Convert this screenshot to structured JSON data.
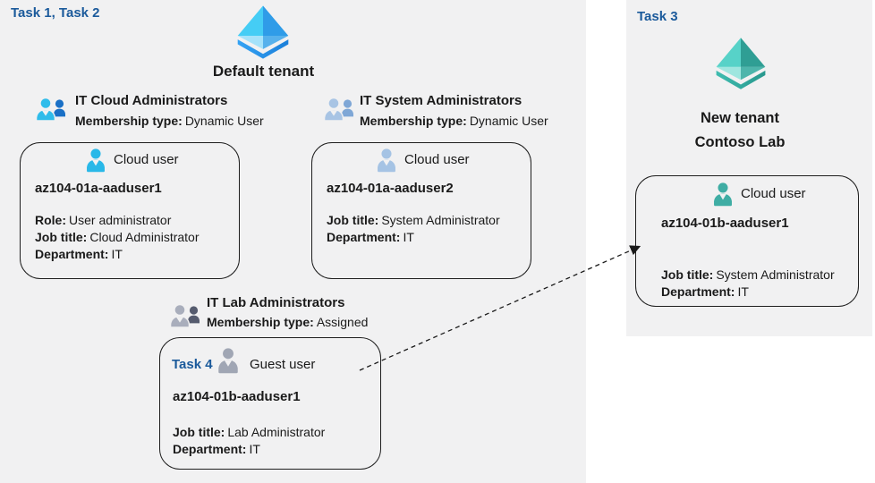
{
  "colors": {
    "task_label_blue": "#1b5a9b",
    "panel_bg": "#f1f1f2",
    "card_border": "#1f1f1f",
    "aad_blue_ul": "#45cdf5",
    "aad_blue_ur": "#2f9ce8",
    "aad_blue_ll": "#a5e2fa",
    "aad_blue_lr": "#57b1ec",
    "aad_blue_base1": "#35a3f4",
    "aad_blue_base2": "#1b7fd9",
    "aad_teal_ul": "#57d2c8",
    "aad_teal_ur": "#2f9e94",
    "aad_teal_ll": "#9fe6df",
    "aad_teal_lr": "#4db5ab",
    "aad_teal_base1": "#3fbcb0",
    "aad_teal_base2": "#28988d",
    "cloud_user_cyan": "#29b8e8",
    "cloud_user_pale": "#a5c3e4",
    "guest_user_gray": "#a0a6b4",
    "cloud_user_teal": "#3fada4",
    "group_cloud_front": "#2fbcea",
    "group_cloud_back": "#1a70c6",
    "group_system_front": "#a8c4e4",
    "group_system_back": "#7fa7d6",
    "group_lab_front": "#a9aebc",
    "group_lab_back": "#555b6e"
  },
  "left": {
    "task_label": "Task 1, Task 2",
    "tenant_title": "Default tenant",
    "groups": [
      {
        "title": "IT Cloud Administrators",
        "membership_label": "Membership type:",
        "membership_value": "Dynamic User"
      },
      {
        "title": "IT System Administrators",
        "membership_label": "Membership type:",
        "membership_value": "Dynamic User"
      },
      {
        "title": "IT Lab Administrators",
        "membership_label": "Membership type:",
        "membership_value": "Assigned"
      }
    ],
    "cards": [
      {
        "user_type": "Cloud user",
        "username": "az104-01a-aaduser1",
        "fields": [
          {
            "label": "Role:",
            "value": "User administrator"
          },
          {
            "label": "Job title:",
            "value": "Cloud Administrator"
          },
          {
            "label": "Department:",
            "value": "IT"
          }
        ]
      },
      {
        "user_type": "Cloud user",
        "username": "az104-01a-aaduser2",
        "fields": [
          {
            "label": "Job title:",
            "value": "System Administrator"
          },
          {
            "label": "Department:",
            "value": "IT"
          }
        ]
      },
      {
        "task_label": "Task 4",
        "user_type": "Guest user",
        "username": "az104-01b-aaduser1",
        "fields": [
          {
            "label": "Job title:",
            "value": "Lab Administrator"
          },
          {
            "label": "Department:",
            "value": "IT"
          }
        ]
      }
    ]
  },
  "right": {
    "task_label": "Task 3",
    "tenant_title_line1": "New tenant",
    "tenant_title_line2": "Contoso Lab",
    "card": {
      "user_type": "Cloud user",
      "username": "az104-01b-aaduser1",
      "fields": [
        {
          "label": "Job title:",
          "value": "System Administrator"
        },
        {
          "label": "Department:",
          "value": "IT"
        }
      ]
    }
  }
}
